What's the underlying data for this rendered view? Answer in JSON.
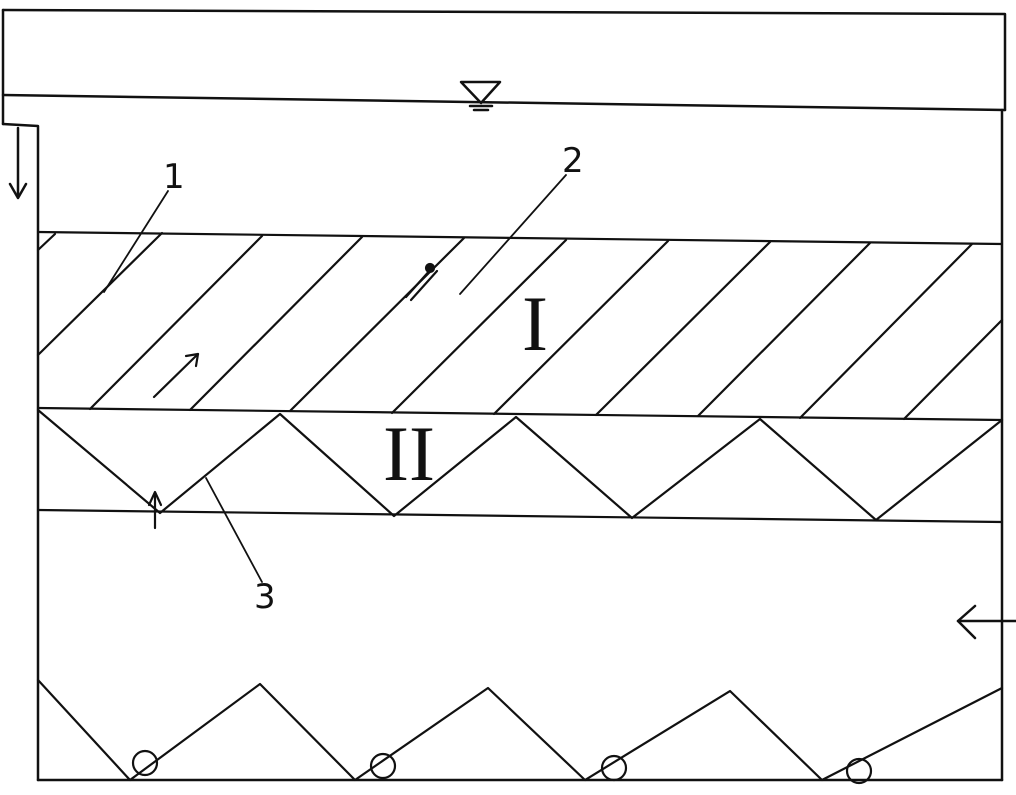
{
  "labels": {
    "part1": "1",
    "part2": "2",
    "part3": "3",
    "zone1": "I",
    "zone2": "II"
  },
  "icons": {
    "water_level": "water-level-triangle-icon",
    "outlet_arrow": "arrow-down-icon",
    "inlet_arrow": "arrow-left-icon",
    "flow_arrow": "arrow-up-right-icon",
    "up_arrow": "arrow-up-icon",
    "pipe": "circle-pipe-icon"
  },
  "colors": {
    "ink": "#111111",
    "background": "#ffffff"
  }
}
